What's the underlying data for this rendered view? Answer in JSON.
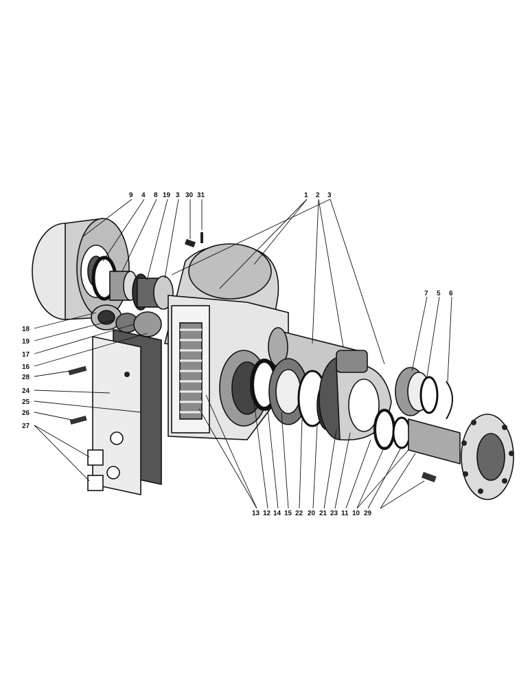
{
  "diagram": {
    "callouts_top_left": [
      "9",
      "4",
      "8",
      "19",
      "3",
      "30",
      "31"
    ],
    "callouts_top_right": [
      "1",
      "2",
      "3"
    ],
    "callouts_right": [
      "7",
      "5",
      "6"
    ],
    "callouts_left": [
      "18",
      "19",
      "17",
      "16",
      "28",
      "24",
      "25",
      "26",
      "27"
    ],
    "callouts_bottom": [
      "13",
      "12",
      "14",
      "15",
      "22",
      "20",
      "21",
      "23",
      "11",
      "10",
      "29"
    ]
  }
}
